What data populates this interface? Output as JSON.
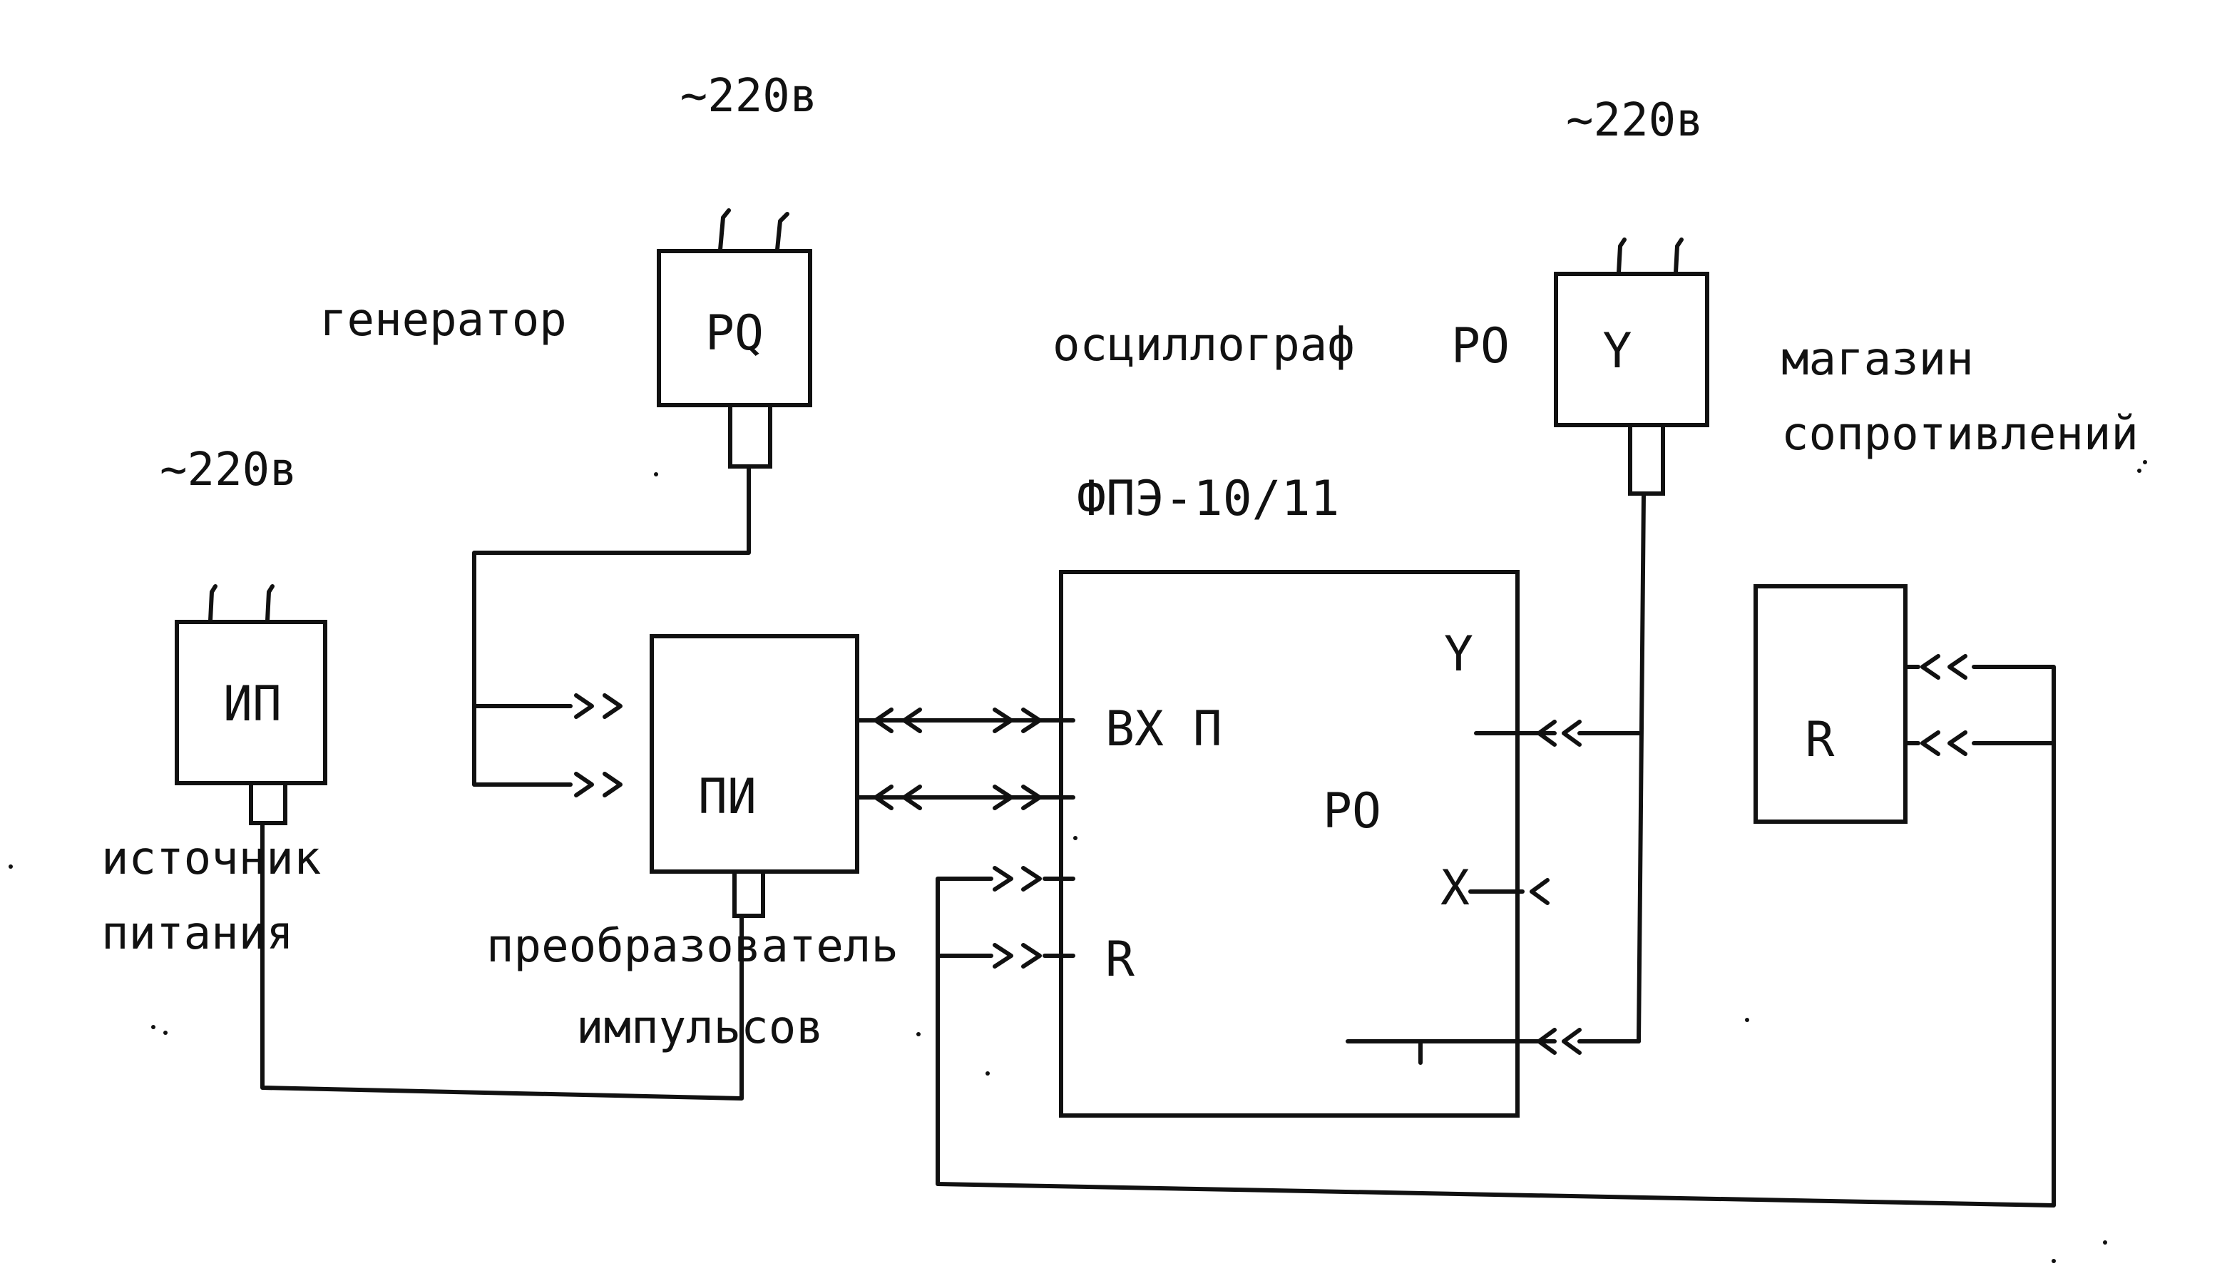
{
  "colors": {
    "ink": "#111111",
    "paper": "#ffffff"
  },
  "generator": {
    "supply": "~220в",
    "name": "генератор",
    "code": "PQ"
  },
  "oscilloscope": {
    "supply": "~220в",
    "name": "осциллограф",
    "ref": "PO",
    "code": "Y"
  },
  "power_source": {
    "supply": "~220в",
    "code": "ИП",
    "name_line1": "источник",
    "name_line2": "питания"
  },
  "converter": {
    "code": "ПИ",
    "name_line1": "преобразователь",
    "name_line2": "импульсов"
  },
  "panel": {
    "title": "ФПЭ-10/11",
    "in_label": "ВХ П",
    "r_label": "R",
    "po_label": "РО",
    "y_label": "Y",
    "x_label": "X"
  },
  "resistor_box": {
    "name_line1": "магазин",
    "name_line2": "сопротивлений",
    "code": "R"
  }
}
